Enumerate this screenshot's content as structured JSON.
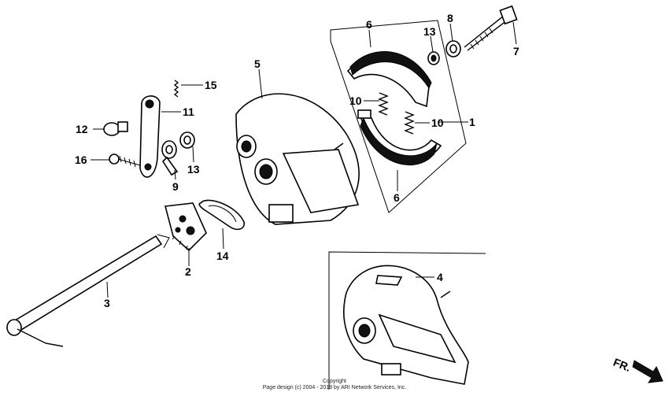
{
  "callouts": {
    "p1": "1",
    "p2": "2",
    "p3": "3",
    "p4": "4",
    "p5": "5",
    "p6a": "6",
    "p6b": "6",
    "p7": "7",
    "p8": "8",
    "p9": "9",
    "p10a": "10",
    "p10b": "10",
    "p11": "11",
    "p12": "12",
    "p13a": "13",
    "p13b": "13",
    "p14": "14",
    "p15": "15",
    "p16": "16"
  },
  "front_marker": "FR.",
  "copyright": {
    "line1": "Copyright",
    "line2": "Page design (c) 2004 - 2019 by ARI Network Services, Inc."
  }
}
